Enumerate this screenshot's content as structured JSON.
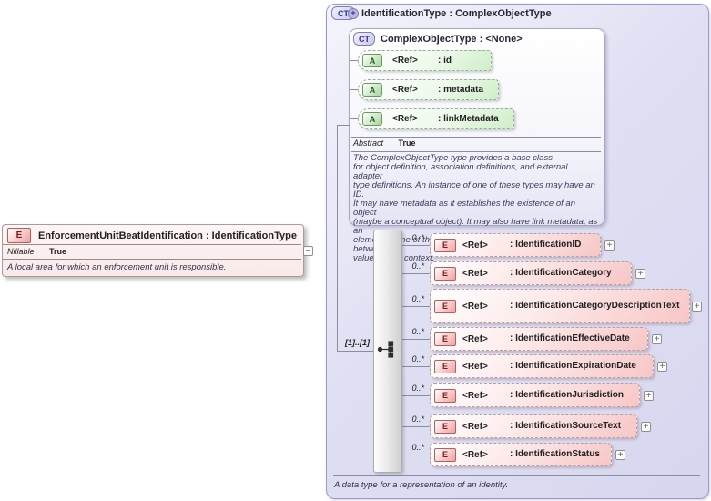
{
  "colors": {
    "element_pink": "#f2a0a0",
    "attribute_green": "#a6d69e",
    "type_lavender": "#d8d8f2"
  },
  "element_box": {
    "icon": "E",
    "title": "EnforcementUnitBeatIdentification : IdentificationType",
    "property_label": "Nillable",
    "property_value": "True",
    "annotation": "A local area for which an enforcement unit is responsible."
  },
  "type_box": {
    "icon": "CT",
    "icon_plus": "+",
    "title": "IdentificationType : ComplexObjectType",
    "annotation": "A data type for a representation of an identity.",
    "base": {
      "icon": "CT",
      "title": "ComplexObjectType : <None>",
      "property_label": "Abstract",
      "property_value": "True",
      "documentation": "The ComplexObjectType type provides a base class\nfor object definition, association definitions, and external adapter\ntype definitions. An instance of one of these types may have an ID.\nIt may have metadata as it establishes the existence of an object\n(maybe a conceptual object). It may also have link metadata, as an\nelement of one of these types establishes a relationship between its\nvalue and its context.",
      "attributes": [
        {
          "icon": "A",
          "ref": "<Ref>",
          "name": ": id"
        },
        {
          "icon": "A",
          "ref": "<Ref>",
          "name": ": metadata"
        },
        {
          "icon": "A",
          "ref": "<Ref>",
          "name": ": linkMetadata"
        }
      ]
    },
    "sequence": {
      "cardinality": "[1]..[1]",
      "elements": [
        {
          "icon": "E",
          "ref": "<Ref>",
          "name": ": IdentificationID",
          "cardinality": "0..*"
        },
        {
          "icon": "E",
          "ref": "<Ref>",
          "name": ": IdentificationCategory",
          "cardinality": "0..*"
        },
        {
          "icon": "E",
          "ref": "<Ref>",
          "name": ": IdentificationCategoryDescriptionText",
          "cardinality": "0..*"
        },
        {
          "icon": "E",
          "ref": "<Ref>",
          "name": ": IdentificationEffectiveDate",
          "cardinality": "0..*"
        },
        {
          "icon": "E",
          "ref": "<Ref>",
          "name": ": IdentificationExpirationDate",
          "cardinality": "0..*"
        },
        {
          "icon": "E",
          "ref": "<Ref>",
          "name": ": IdentificationJurisdiction",
          "cardinality": "0..*"
        },
        {
          "icon": "E",
          "ref": "<Ref>",
          "name": ": IdentificationSourceText",
          "cardinality": "0..*"
        },
        {
          "icon": "E",
          "ref": "<Ref>",
          "name": ": IdentificationStatus",
          "cardinality": "0..*"
        }
      ]
    },
    "toggles": {
      "collapse": "−",
      "expand": "+"
    }
  }
}
